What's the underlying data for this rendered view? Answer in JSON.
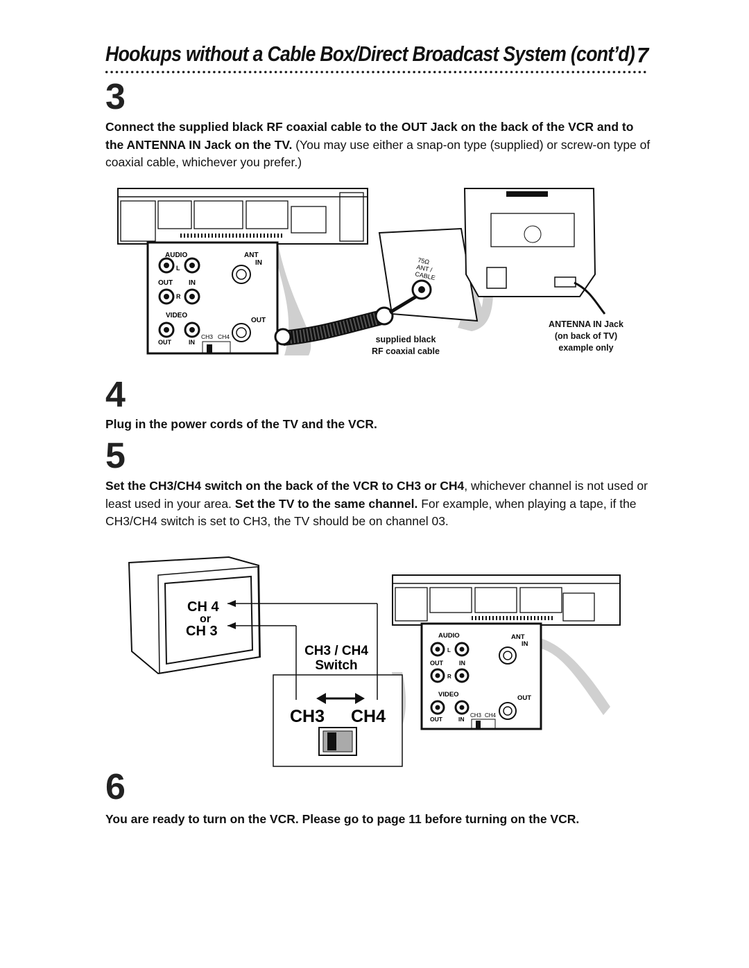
{
  "header": {
    "title": "Hookups without a Cable Box/Direct Broadcast System (cont’d)",
    "page_number": "7"
  },
  "step3": {
    "number": "3",
    "bold_text": "Connect the supplied black RF coaxial cable to the OUT Jack on the back of the VCR and to the ANTENNA IN Jack on the TV.",
    "normal_text": "(You may use either a snap-on type (supplied) or screw-on type of coaxial cable, whichever you prefer.)"
  },
  "fig1": {
    "audio": "AUDIO",
    "ant": "ANT",
    "in": "IN",
    "l": "L",
    "r": "R",
    "out": "OUT",
    "video": "VIDEO",
    "ch3": "CH3",
    "ch4": "CH4",
    "plate_lines": [
      "75Ω",
      "ANT /",
      "CABLE"
    ],
    "cable_caption_1": "supplied black",
    "cable_caption_2": "RF coaxial cable",
    "tv_caption_1": "ANTENNA IN Jack",
    "tv_caption_2": "(on back of TV)",
    "tv_caption_3": "example only"
  },
  "step4": {
    "number": "4",
    "bold_text": "Plug in the power cords of the TV and the VCR."
  },
  "step5": {
    "number": "5",
    "bold_1": "Set the CH3/CH4 switch on the back of the VCR to CH3 or CH4",
    "normal_1": ", whichever channel is not used or least used in your area.",
    "bold_2": "Set the TV to the same channel.",
    "normal_2": "For example, when playing a tape, if the CH3/CH4 switch is set to CH3, the TV should be on channel 03."
  },
  "fig2": {
    "screen_ch4": "CH 4",
    "screen_or": "or",
    "screen_ch3": "CH 3",
    "switch_label_1": "CH3 / CH4",
    "switch_label_2": "Switch",
    "big_ch3": "CH3",
    "big_ch4": "CH4"
  },
  "step6": {
    "number": "6",
    "bold_text": "You are ready to turn on the VCR.  Please go to page 11 before turning on the VCR."
  }
}
